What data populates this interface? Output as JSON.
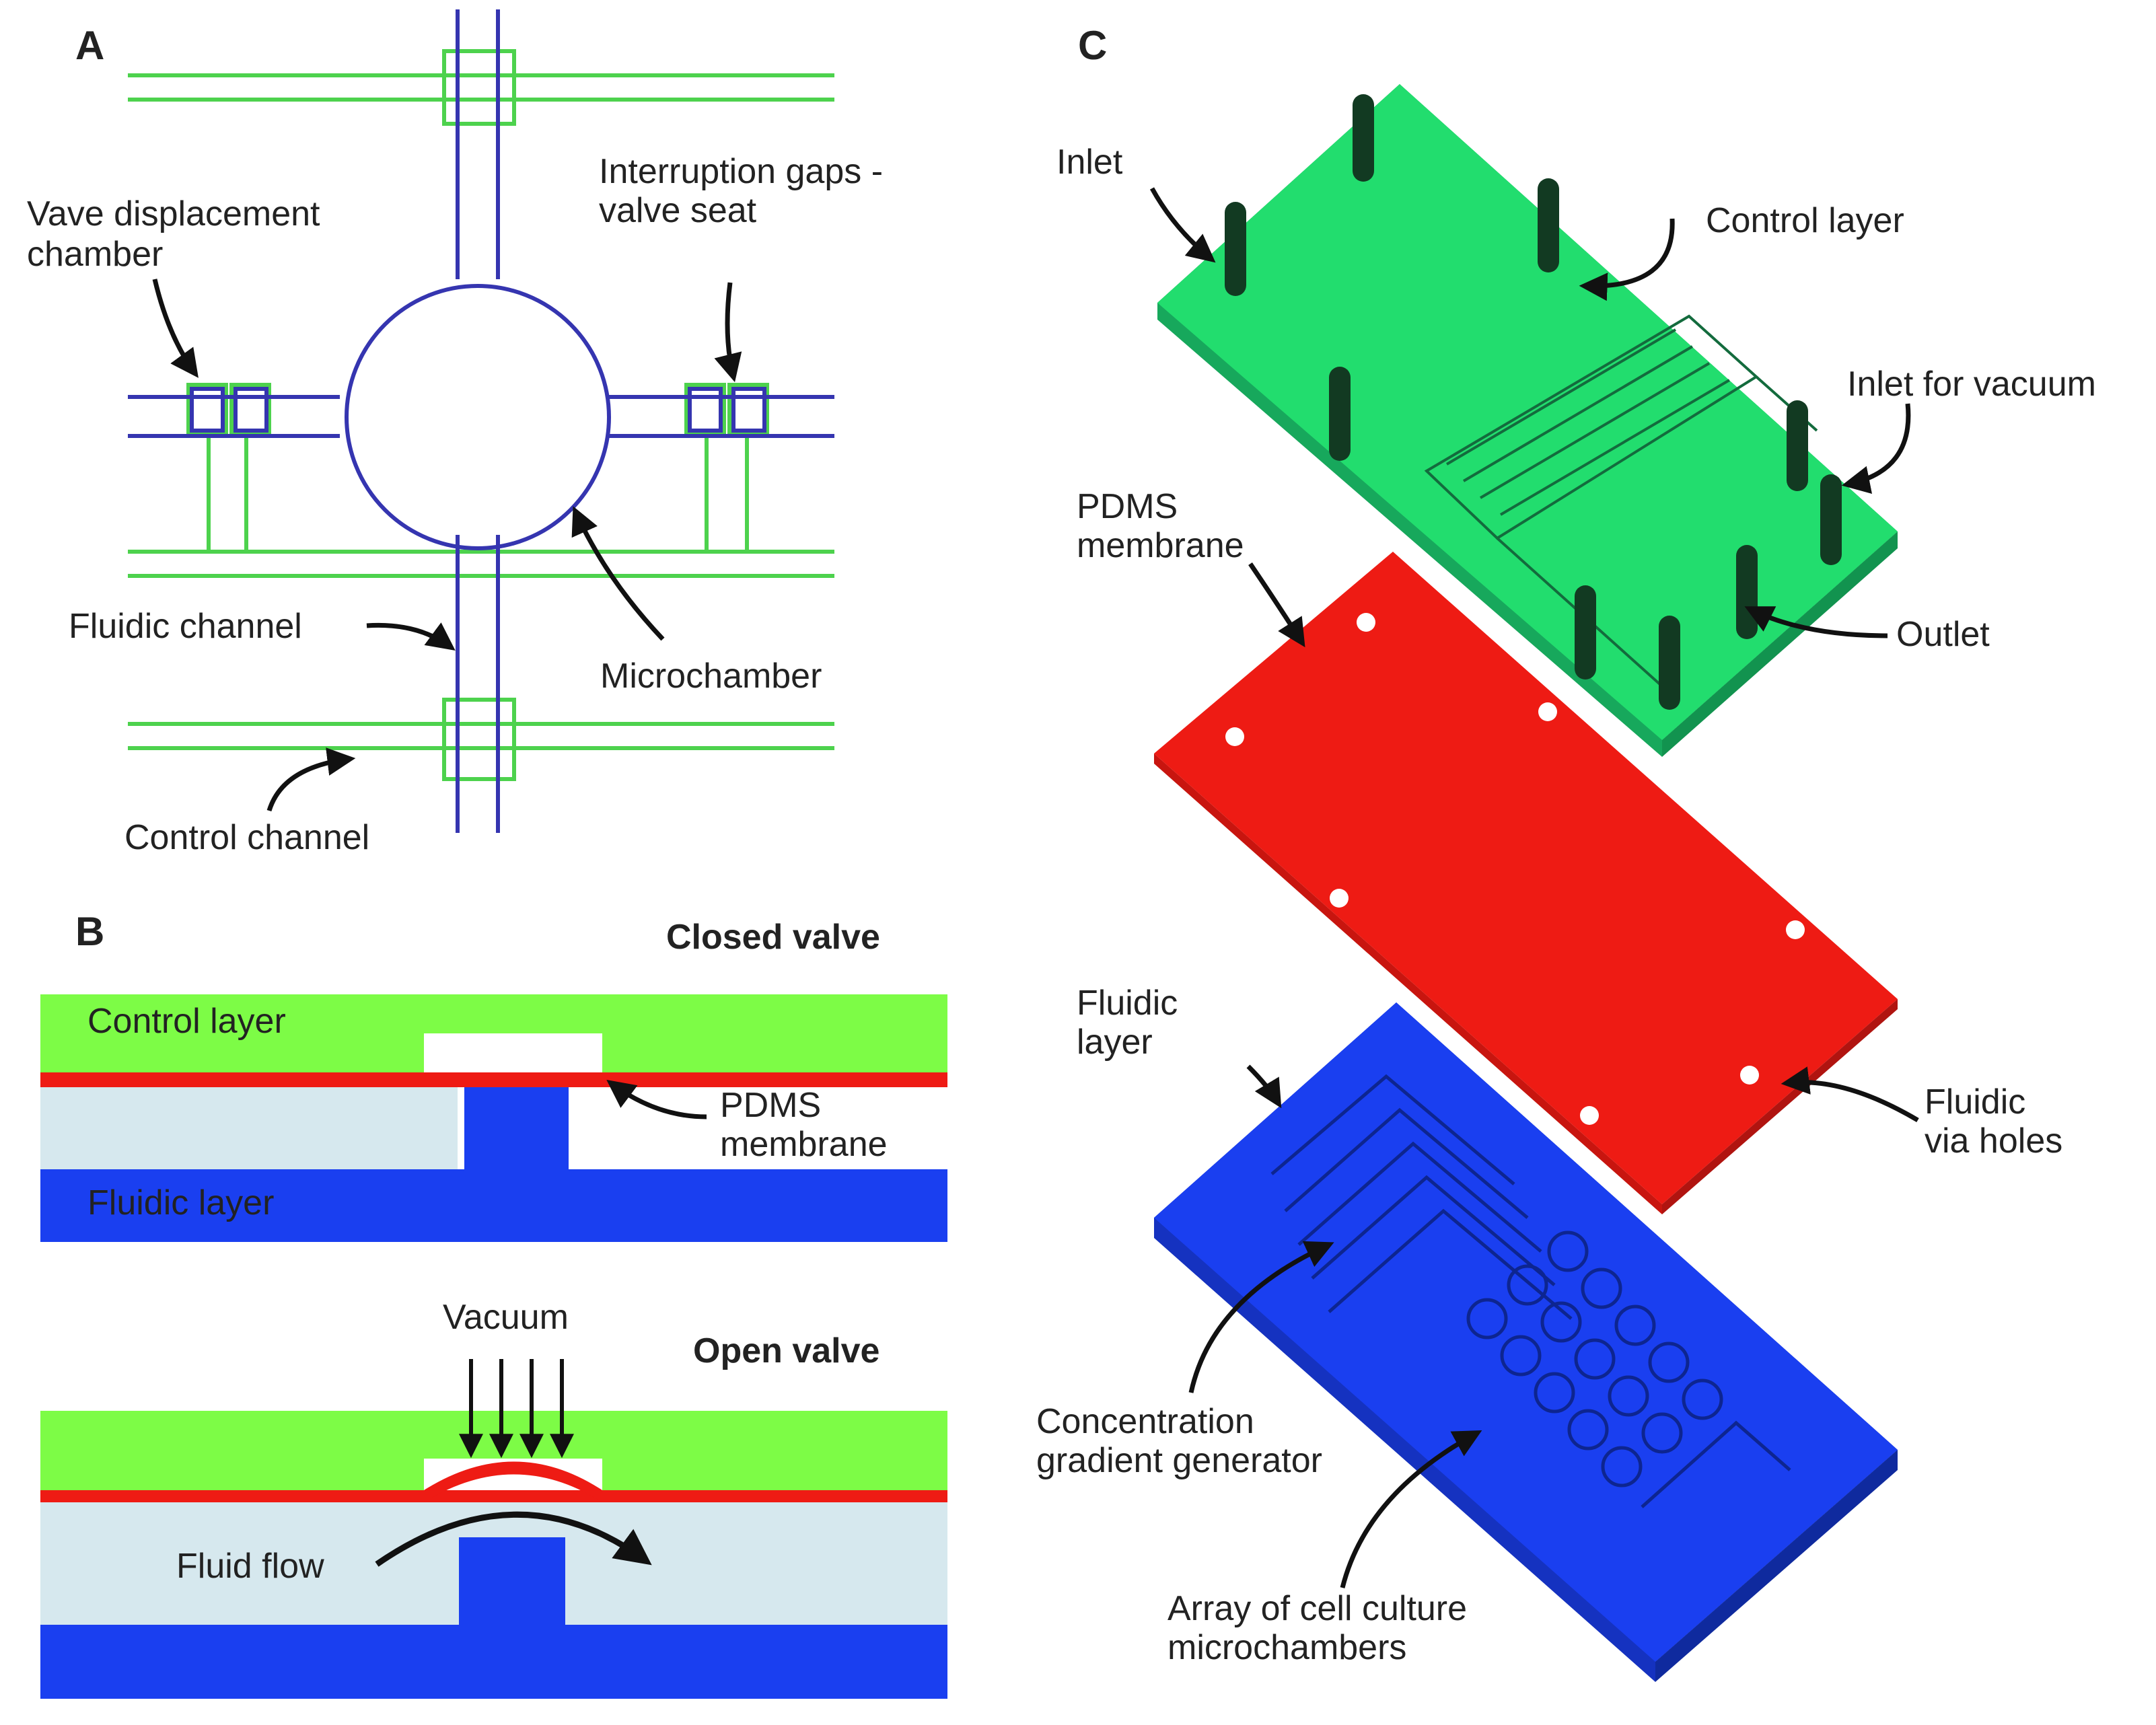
{
  "panel_a": {
    "letter": "A",
    "labels": {
      "displacement_1": "Vave displacement",
      "displacement_2": "chamber",
      "gaps_1": "Interruption gaps -",
      "gaps_2": "valve seat",
      "fluidic_channel": "Fluidic channel",
      "microchamber": "Microchamber",
      "control_channel": "Control channel"
    }
  },
  "panel_b": {
    "letter": "B",
    "closed_title": "Closed valve",
    "open_title": "Open valve",
    "control_layer": "Control layer",
    "fluidic_layer": "Fluidic layer",
    "membrane_1": "PDMS",
    "membrane_2": "membrane",
    "vacuum": "Vacuum",
    "fluid_flow": "Fluid flow"
  },
  "panel_c": {
    "letter": "C",
    "inlet": "Inlet",
    "control_layer": "Control layer",
    "inlet_vacuum": "Inlet for vacuum",
    "outlet": "Outlet",
    "membrane_1": "PDMS",
    "membrane_2": "membrane",
    "fluidic_1": "Fluidic",
    "fluidic_2": "layer",
    "via_1": "Fluidic",
    "via_2": "via holes",
    "gradient_1": "Concentration",
    "gradient_2": "gradient generator",
    "array_1": "Array of cell culture",
    "array_2": "microchambers"
  },
  "colors": {
    "control_green": "#22dd6e",
    "control_flat_green": "#7dfc46",
    "membrane_red": "#ee1b14",
    "fluidic_blue": "#1a3ff0",
    "fluid_light": "#d6e8ee",
    "channel_blue": "#3535b0",
    "channel_green": "#4dd24d"
  }
}
